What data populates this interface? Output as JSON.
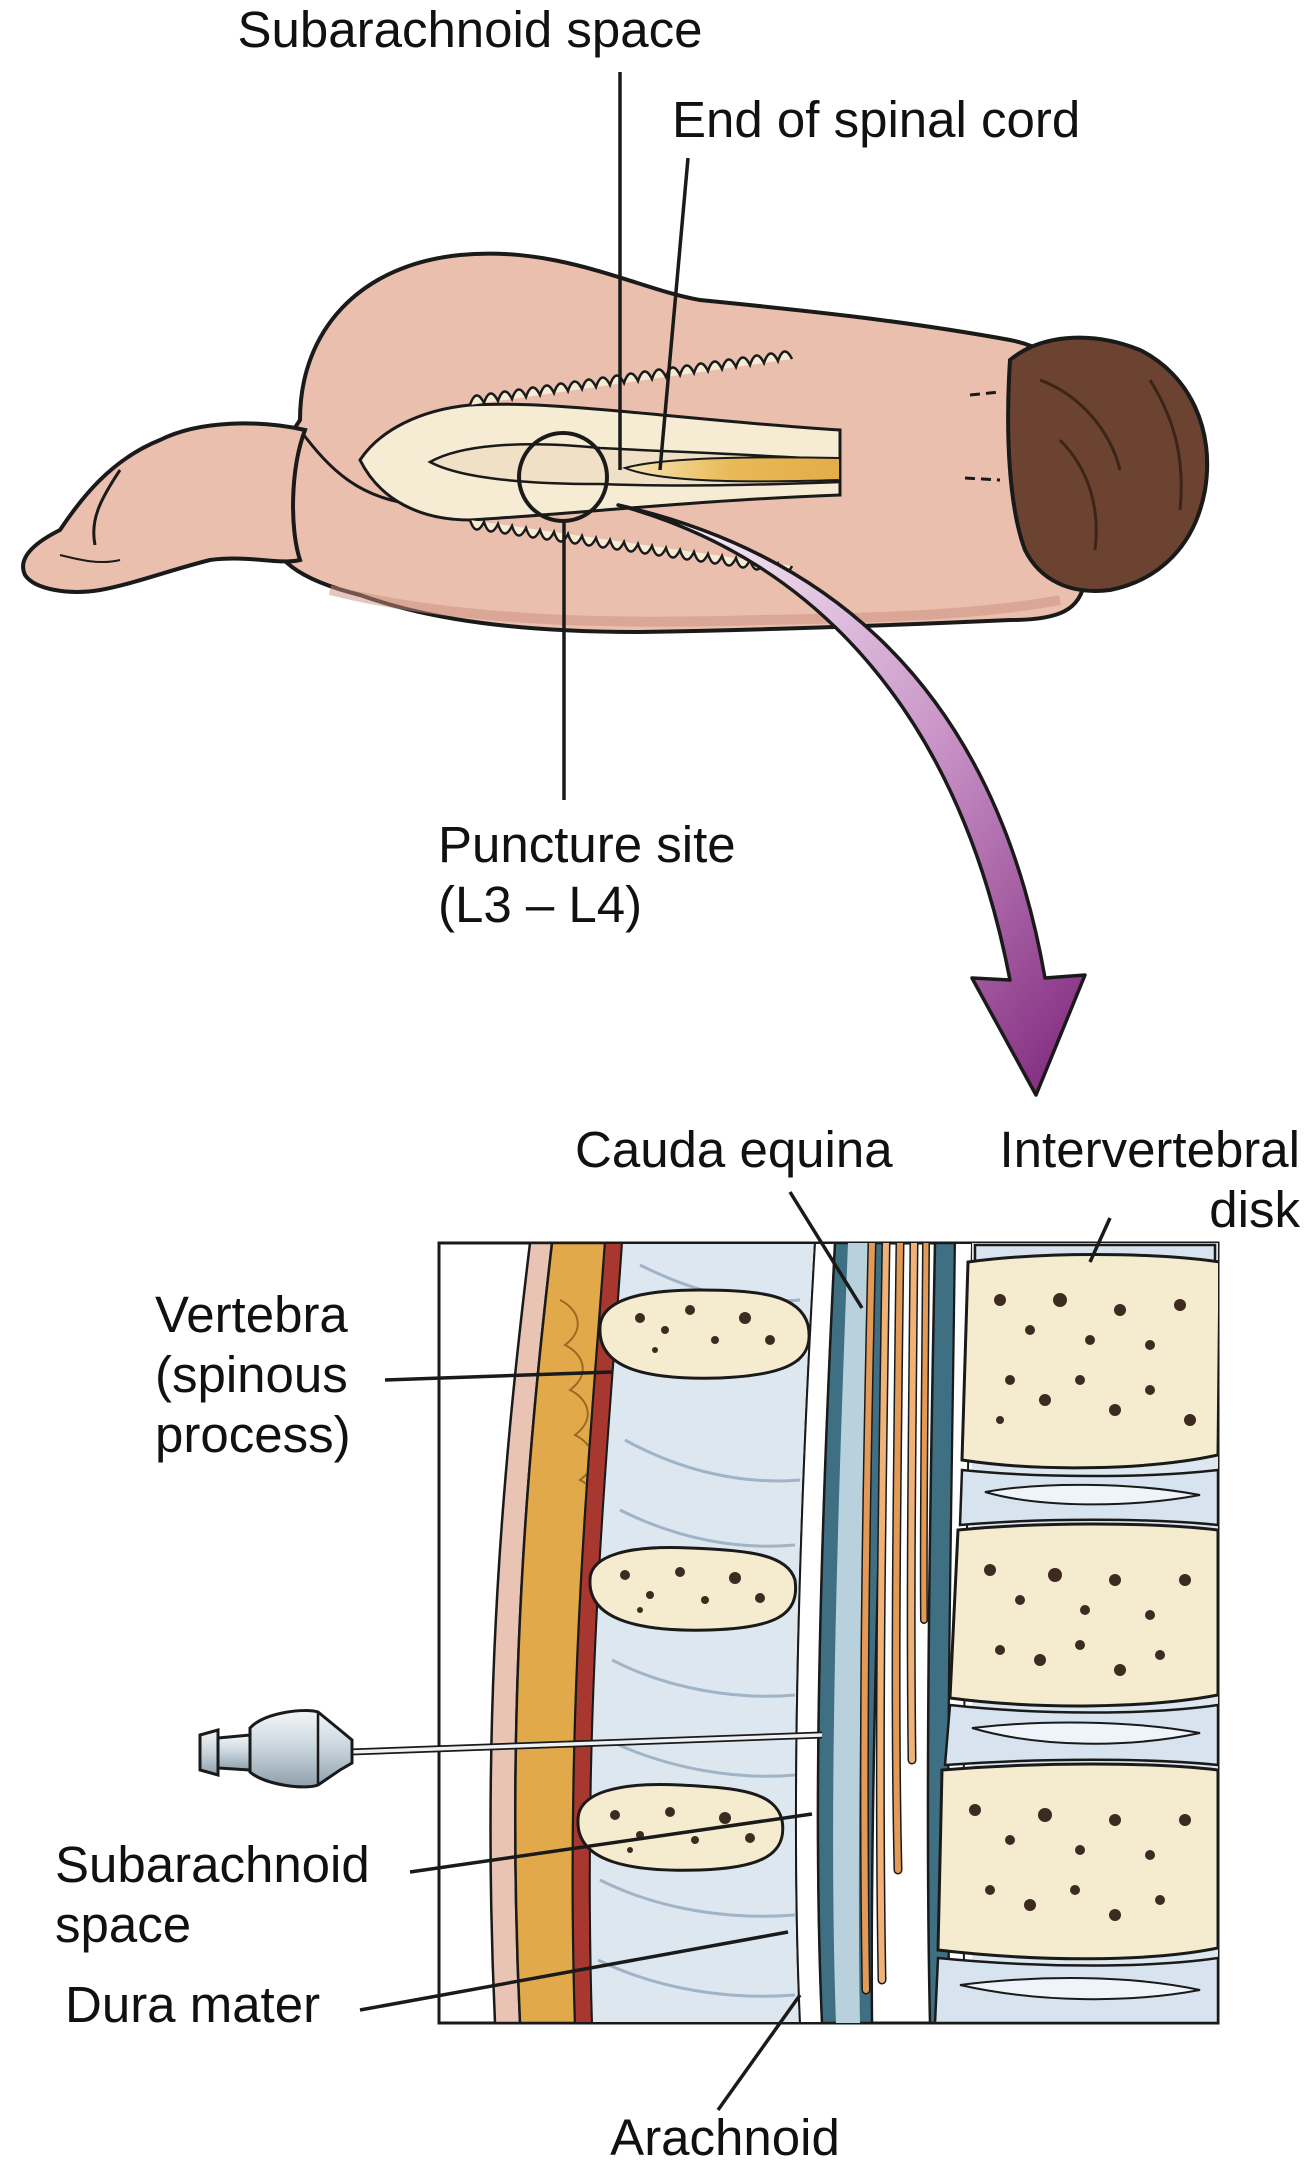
{
  "labels": {
    "subarachnoid_top": "Subarachnoid space",
    "end_spinal_cord": "End of spinal cord",
    "puncture_site_line1": "Puncture site",
    "puncture_site_line2": "(L3 – L4)",
    "cauda_equina": "Cauda equina",
    "intervertebral_line1": "Intervertebral",
    "intervertebral_line2": "disk",
    "vertebra_line1": "Vertebra",
    "vertebra_line2": "(spinous",
    "vertebra_line3": "process)",
    "subarachnoid_bottom_line1": "Subarachnoid",
    "subarachnoid_bottom_line2": "space",
    "dura_mater": "Dura mater",
    "arachnoid": "Arachnoid"
  },
  "colors": {
    "skin": "#eabfae",
    "skin_shadow": "#c98f7e",
    "hair": "#6b4330",
    "spine_cream": "#f5ecd3",
    "cord_yellow": "#e8b957",
    "arrow_purple": "#8e2f8a",
    "fat_yellow": "#e1a94a",
    "muscle_red": "#a8382f",
    "dura_teal": "#3f6f83",
    "nerve_orange": "#e39a56",
    "bone_cream": "#f5ecd0",
    "disc_blue": "#d7e4ef",
    "outline": "#1a1a1a"
  }
}
